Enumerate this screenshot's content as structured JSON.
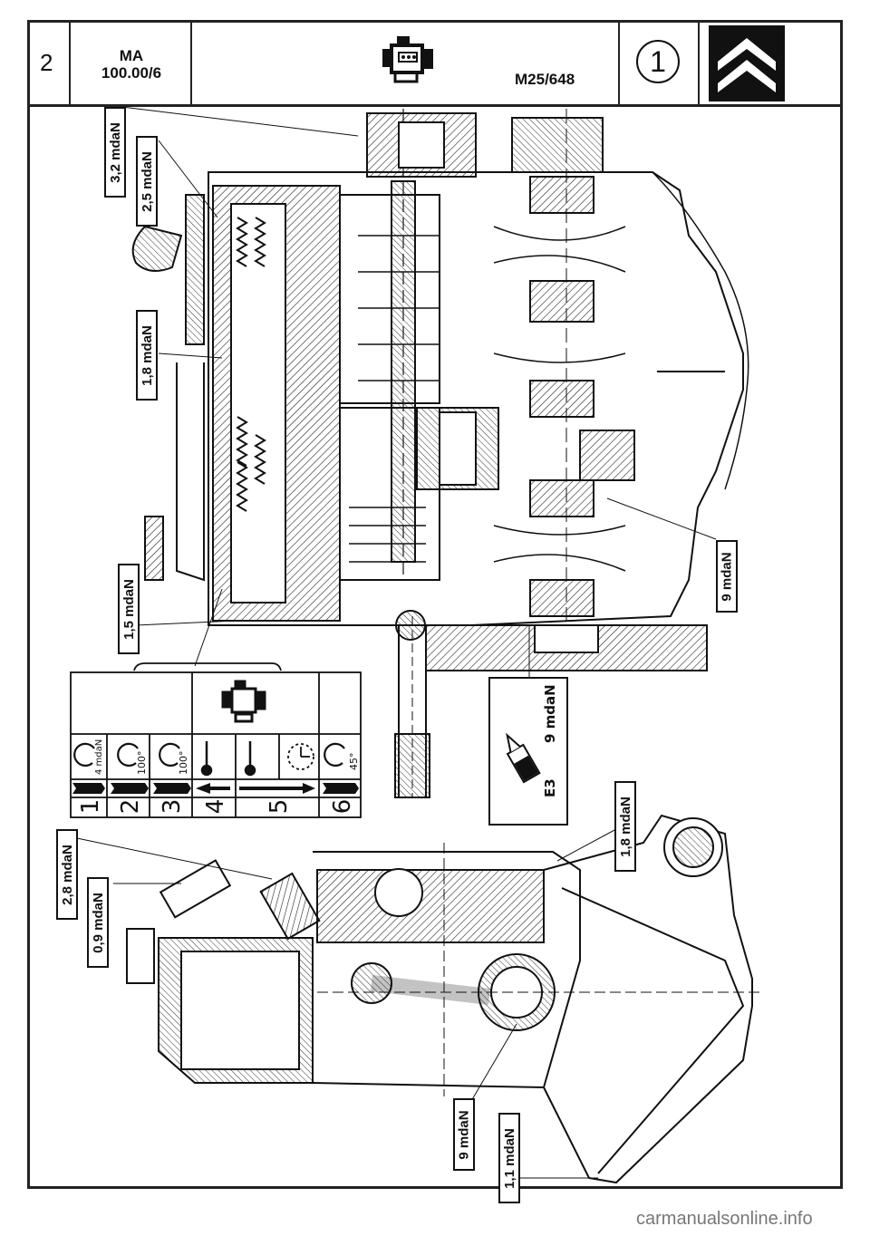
{
  "header": {
    "page_number": "2",
    "ref_line1": "MA",
    "ref_line2": "100.00/6",
    "code": "M25/648",
    "circled_number": "1"
  },
  "torque_labels": {
    "t_3_2": "3,2 mdaN",
    "t_2_5": "2,5 mdaN",
    "t_1_8_top": "1,8 mdaN",
    "t_1_5": "1,5 mdaN",
    "t_9_right": "9 mdaN",
    "t_2_8": "2,8 mdaN",
    "t_0_9": "0,9 mdaN",
    "t_1_8_bottom": "1,8 mdaN",
    "t_9_bottom": "9 mdaN",
    "t_1_1": "1,1 mdaN"
  },
  "sequence": {
    "steps": [
      "1",
      "2",
      "3",
      "4",
      "5",
      "6"
    ],
    "values": [
      "4 mdaN",
      "100°",
      "100°",
      "",
      "",
      "45°"
    ]
  },
  "sealant": {
    "product": "E3",
    "torque": "9 mdaN"
  },
  "footer": "carmanualsonline.info"
}
